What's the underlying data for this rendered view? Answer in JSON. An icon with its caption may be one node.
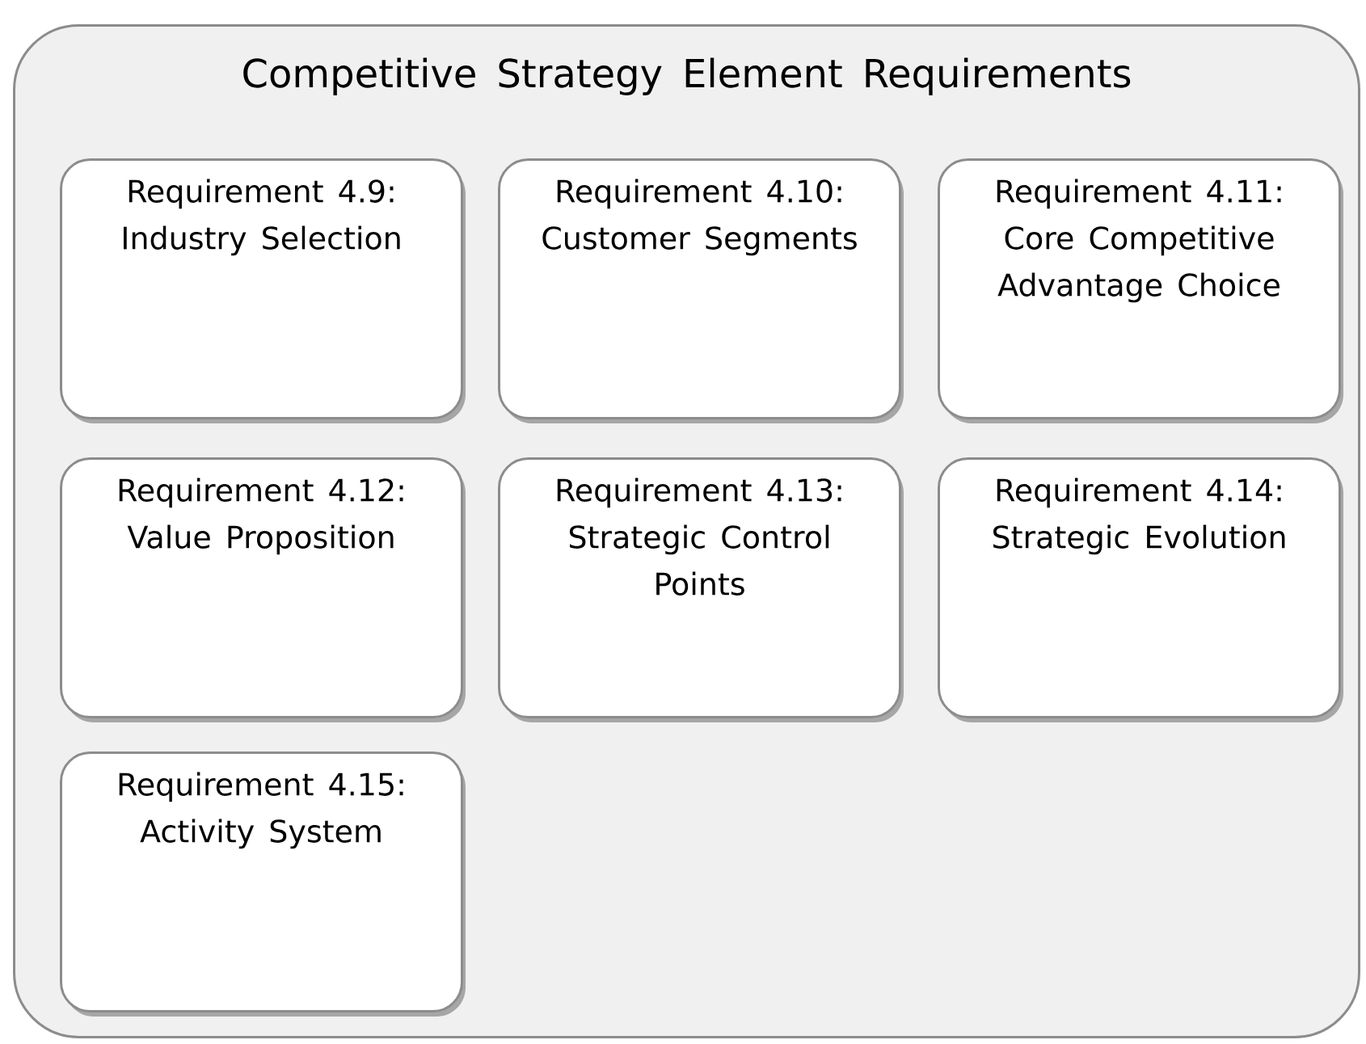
{
  "diagram": {
    "nodes": [
      {
        "text": [
          "Competitive Strategy Element Requirements"
        ]
      },
      {
        "text": [
          "Requirement 4.9: Industry Selection"
        ],
        "in": 0
      },
      {
        "text": [
          "Requirement 4.10: Customer Segments"
        ],
        "in": 0
      },
      {
        "text": [
          "Requirement 4.11: Core Competitive Advantage Choice"
        ],
        "in": 0
      },
      {
        "text": [
          "Requirement 4.12: Value Proposition"
        ],
        "in": 0
      },
      {
        "text": [
          "Requirement 4.13: Strategic Control Points"
        ],
        "in": 0
      },
      {
        "text": [
          "Requirement 4.14: Strategic Evolution"
        ],
        "in": 0
      },
      {
        "text": [
          "Requirement 4.15: Activity System"
        ],
        "in": 0
      }
    ]
  }
}
